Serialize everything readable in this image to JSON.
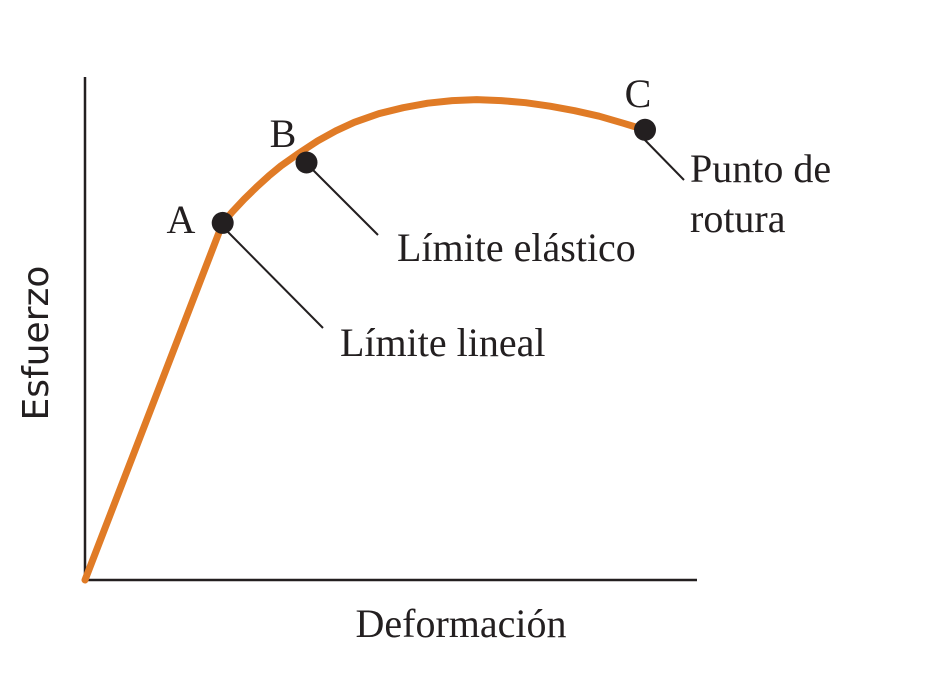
{
  "chart_data": {
    "type": "line",
    "title": "",
    "xlabel": "Deformación",
    "ylabel": "Esfuerzo",
    "xlim": [
      0,
      100
    ],
    "ylim": [
      0,
      100
    ],
    "grid": false,
    "series": [
      {
        "x": [
          0,
          22.5,
          24,
          26,
          28,
          30,
          32,
          35,
          38,
          41,
          44,
          48,
          52,
          56,
          60,
          64,
          68,
          72,
          76,
          80,
          84,
          88,
          91.5
        ],
        "y": [
          0,
          71,
          73.1,
          75.7,
          78.1,
          80.3,
          82.3,
          84.9,
          87.3,
          89.3,
          91.0,
          92.7,
          93.9,
          94.8,
          95.3,
          95.5,
          95.3,
          94.9,
          94.2,
          93.3,
          92.2,
          90.8,
          89.5
        ]
      }
    ],
    "points": [
      {
        "label": "A",
        "annotation": "Límite lineal",
        "x": 22.5,
        "y": 71
      },
      {
        "label": "B",
        "annotation": "Límite elástico",
        "x": 36.2,
        "y": 83
      },
      {
        "label": "C",
        "annotation_line1": "Punto de",
        "annotation_line2": "rotura",
        "x": 91.5,
        "y": 89.5
      }
    ]
  },
  "colors": {
    "curve": "#e07b26",
    "axis": "#231f20",
    "text": "#231f20"
  }
}
